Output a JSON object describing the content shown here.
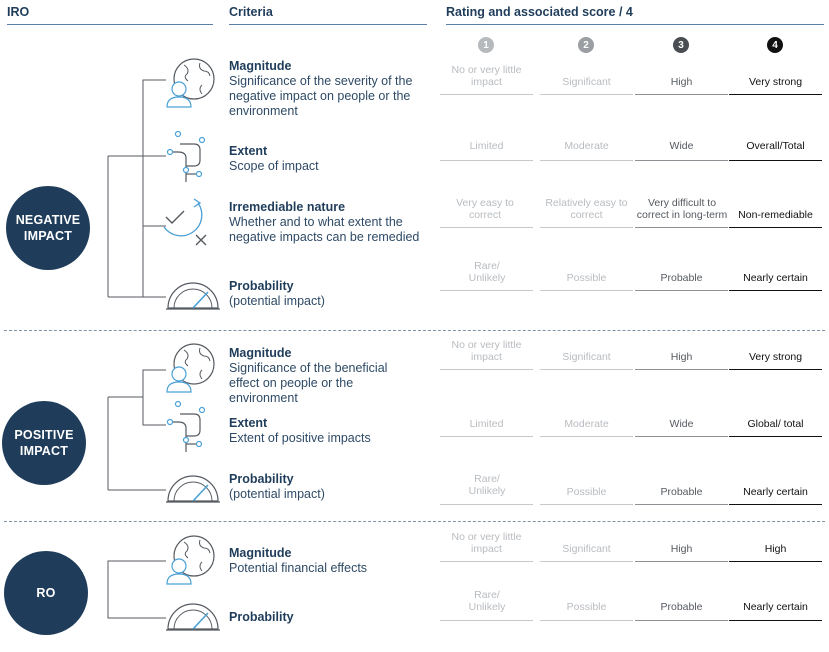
{
  "header": {
    "iro": "IRO",
    "criteria": "Criteria",
    "rating": "Rating and associated score / 4",
    "scores": [
      "1",
      "2",
      "3",
      "4"
    ]
  },
  "colors": {
    "navy": "#1f3d5b",
    "light_blue": "#4aa0d5",
    "score_badges": [
      "#b7babd",
      "#9b9ea2",
      "#4a4d51",
      "#111111"
    ]
  },
  "groups": [
    {
      "label": "NEGATIVE IMPACT",
      "criteria": [
        {
          "icon": "globe-person-icon",
          "title": "Magnitude",
          "desc": "Significance of the severity of the negative impact on people or the environment",
          "ratings": [
            "No or very little impact",
            "Significant",
            "High",
            "Very strong"
          ]
        },
        {
          "icon": "tree-branch-icon",
          "title": "Extent",
          "desc": "Scope of impact",
          "ratings": [
            "Limited",
            "Moderate",
            "Wide",
            "Overall/Total"
          ]
        },
        {
          "icon": "check-cross-icon",
          "title": "Irremediable nature",
          "desc": "Whether and to what extent the negative impacts can be remedied",
          "ratings": [
            "Very easy to correct",
            "Relatively easy to correct",
            "Very difficult to correct in long-term",
            "Non-remediable"
          ]
        },
        {
          "icon": "gauge-icon",
          "title": "Probability",
          "desc": "(potential impact)",
          "ratings": [
            "Rare/ Unlikely",
            "Possible",
            "Probable",
            "Nearly certain"
          ]
        }
      ]
    },
    {
      "label": "POSITIVE IMPACT",
      "criteria": [
        {
          "icon": "globe-person-icon",
          "title": "Magnitude",
          "desc": "Significance of the beneficial effect on people or the environment",
          "ratings": [
            "No or very little impact",
            "Significant",
            "High",
            "Very strong"
          ]
        },
        {
          "icon": "tree-branch-icon",
          "title": "Extent",
          "desc": "Extent of positive impacts",
          "ratings": [
            "Limited",
            "Moderate",
            "Wide",
            "Global/ total"
          ]
        },
        {
          "icon": "gauge-icon",
          "title": "Probability",
          "desc": "(potential impact)",
          "ratings": [
            "Rare/ Unlikely",
            "Possible",
            "Probable",
            "Nearly certain"
          ]
        }
      ]
    },
    {
      "label": "RO",
      "criteria": [
        {
          "icon": "globe-person-icon",
          "title": "Magnitude",
          "desc": "Potential financial effects",
          "ratings": [
            "No or very little impact",
            "Significant",
            "High",
            "High"
          ]
        },
        {
          "icon": "gauge-icon",
          "title": "Probability",
          "desc": "",
          "ratings": [
            "Rare/ Unlikely",
            "Possible",
            "Probable",
            "Nearly certain"
          ]
        }
      ]
    }
  ]
}
